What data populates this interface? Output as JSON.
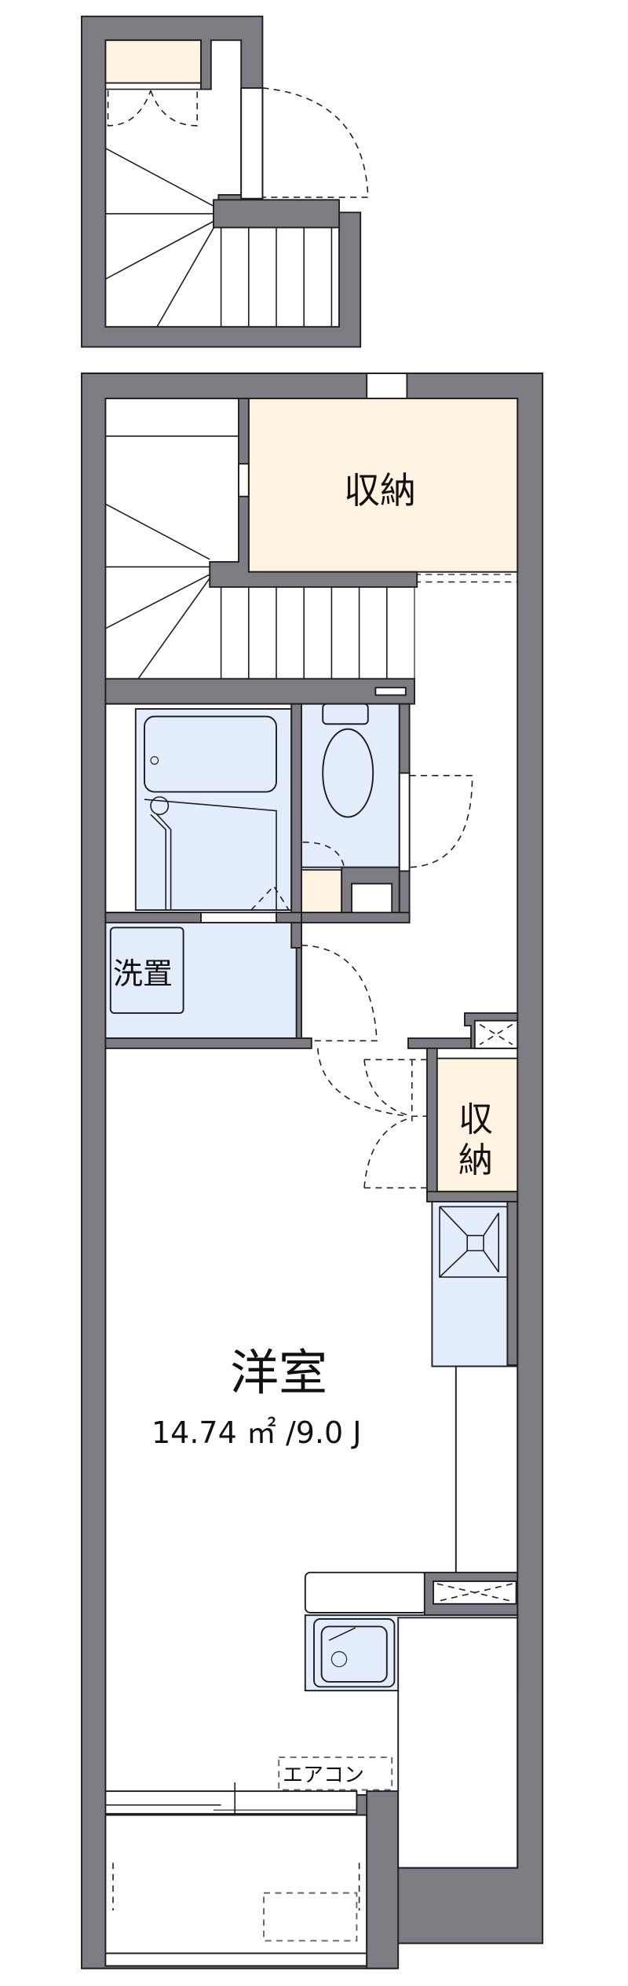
{
  "plan": {
    "rooms": {
      "upper_storage": {
        "label": ""
      },
      "storage_top": {
        "label": "収納"
      },
      "washroom": {
        "label": "洗置"
      },
      "closet": {
        "label_line1": "収",
        "label_line2": "納"
      },
      "western_room": {
        "label": "洋室",
        "area": "14.74 ㎡ /9.0 J"
      },
      "aircon": {
        "label": "エアコン"
      }
    },
    "colors": {
      "wall": "#7d7c82",
      "storage_fill": "#fff4e1",
      "wet_area_fill": "#e3edfb",
      "line": "#1f1f1f"
    }
  }
}
